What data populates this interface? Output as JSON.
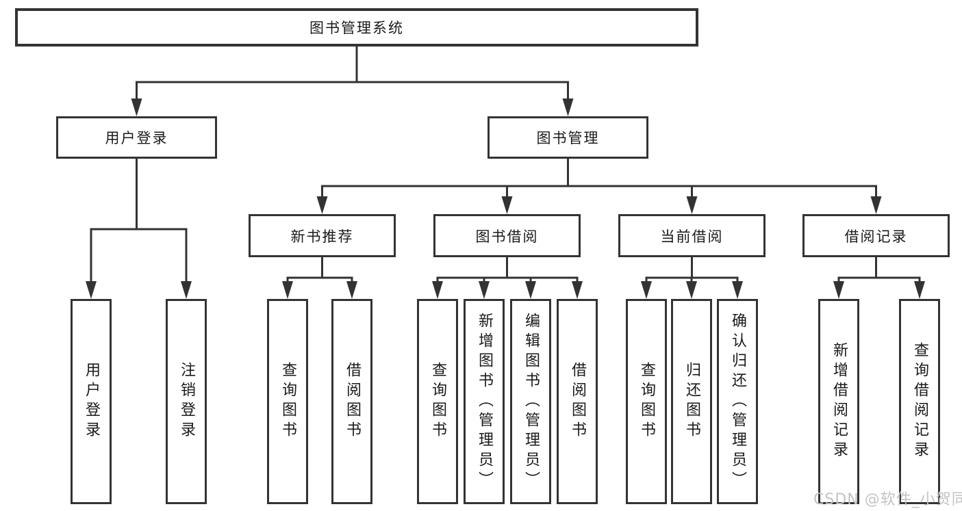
{
  "tree": {
    "label": "图书管理系统",
    "children": [
      {
        "label": "用户登录",
        "children": [
          {
            "label": "用户登录"
          },
          {
            "label": "注销登录"
          }
        ]
      },
      {
        "label": "图书管理",
        "children": [
          {
            "label": "新书推荐",
            "children": [
              {
                "label": "查询图书"
              },
              {
                "label": "借阅图书"
              }
            ]
          },
          {
            "label": "图书借阅",
            "children": [
              {
                "label": "查询图书"
              },
              {
                "label": "新增图书（管理员）"
              },
              {
                "label": "编辑图书（管理员）"
              },
              {
                "label": "借阅图书"
              }
            ]
          },
          {
            "label": "当前借阅",
            "children": [
              {
                "label": "查询图书"
              },
              {
                "label": "归还图书"
              },
              {
                "label": "确认归还（管理员）"
              }
            ]
          },
          {
            "label": "借阅记录",
            "children": [
              {
                "label": "新增借阅记录"
              },
              {
                "label": "查询借阅记录"
              }
            ]
          }
        ]
      }
    ]
  },
  "watermark": {
    "text": "CSDN @软件_小贺同学"
  },
  "colors": {
    "line": "#333333",
    "box_border": "#333333",
    "box_fill": "#ffffff",
    "text": "#1a1a1a",
    "watermark": "#c3c3c3",
    "background": "#ffffff"
  }
}
